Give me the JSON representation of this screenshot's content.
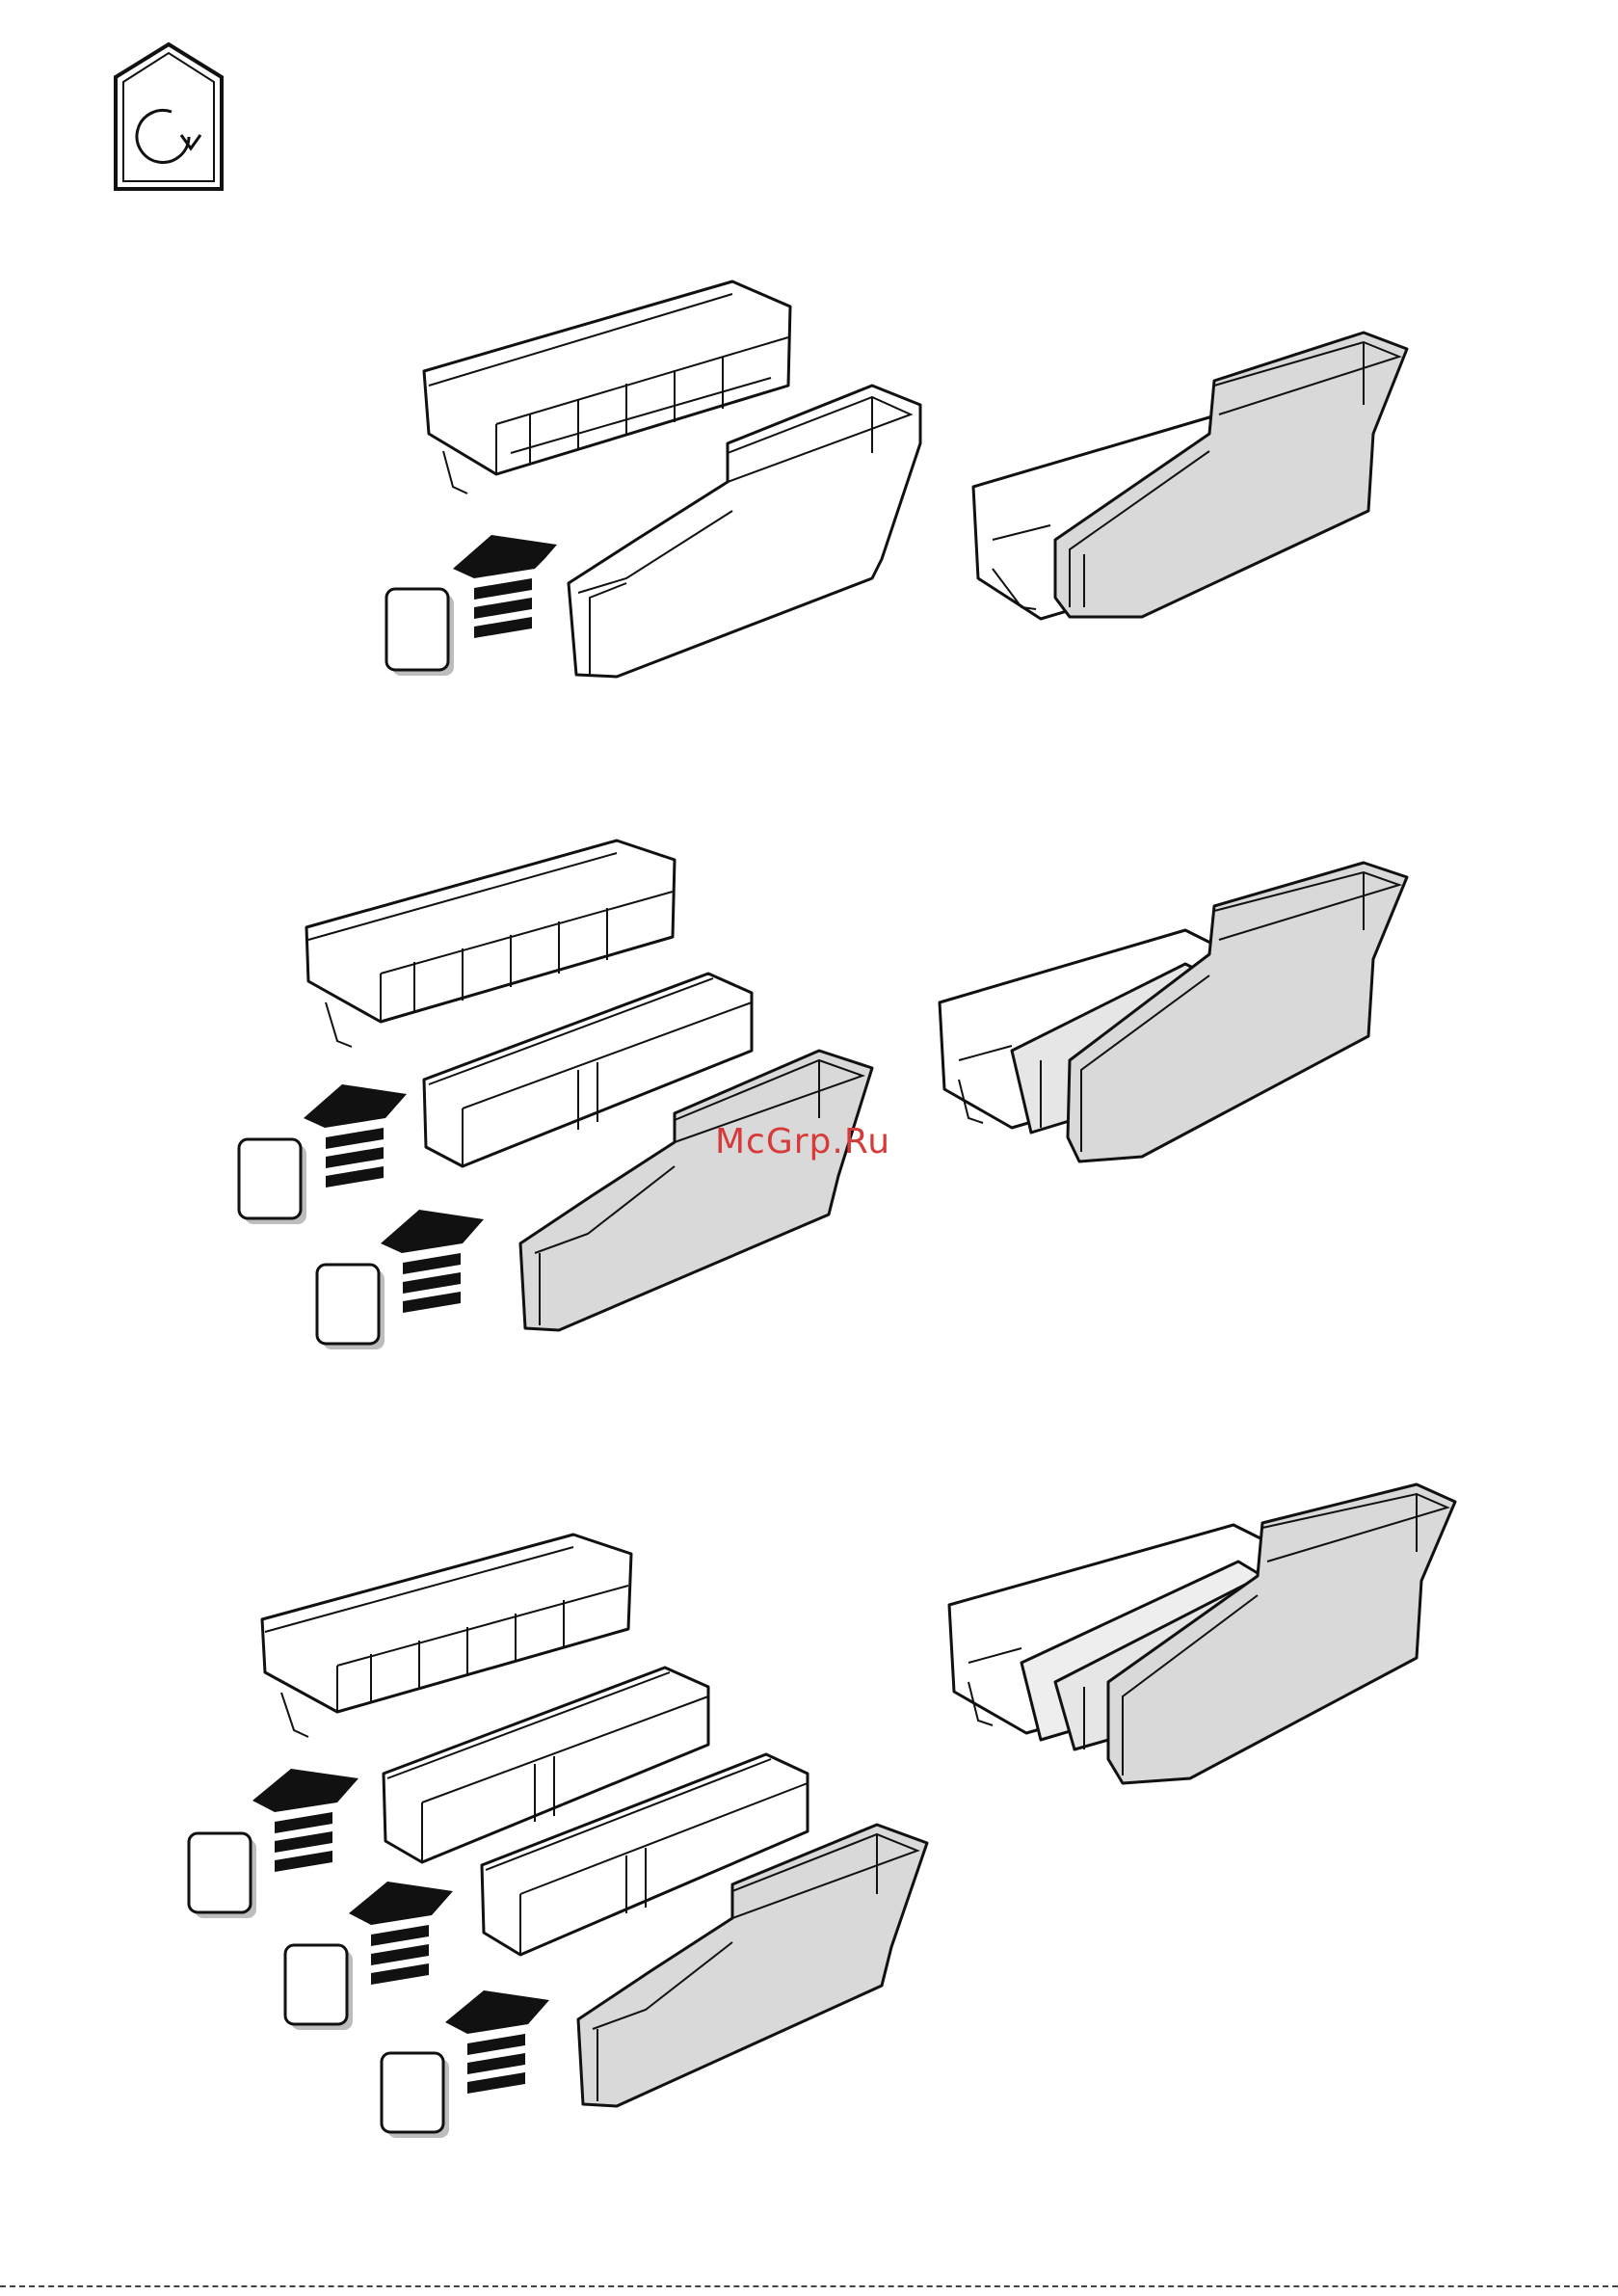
{
  "header": {
    "icon": "house-rotate-icon"
  },
  "steps": [
    {
      "id": "step-1",
      "markers": 1
    },
    {
      "id": "step-2",
      "markers": 2
    },
    {
      "id": "step-3",
      "markers": 3
    }
  ],
  "watermark": {
    "text": "McGrp.Ru"
  },
  "colors": {
    "part_fill": "#d9d9d9",
    "line": "#111111",
    "watermark": "#d83a3a"
  }
}
